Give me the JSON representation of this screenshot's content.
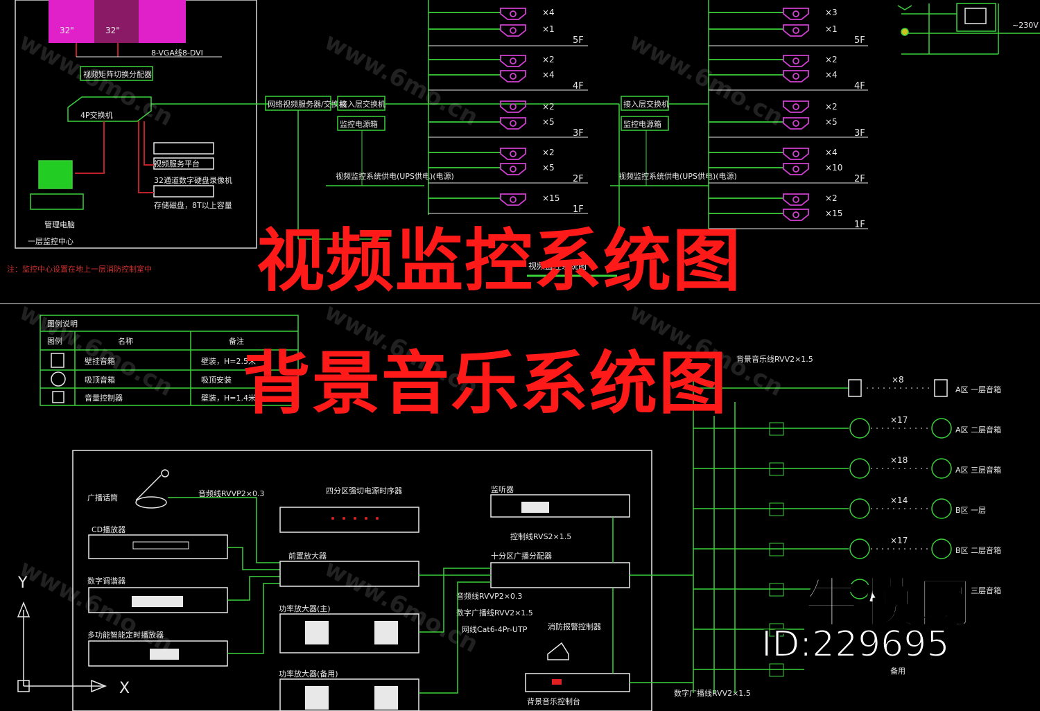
{
  "titles": {
    "video": "视频监控系统图",
    "music": "背景音乐系统图"
  },
  "watermark": {
    "brand": "牛模网",
    "id": "ID:229695",
    "site": "www.6mo.cn"
  },
  "video_system": {
    "monitor_labels": [
      "32\"",
      "32\""
    ],
    "cable_label": "8-VGA线8-DVI",
    "left_boxes": [
      "视频矩阵切换分配器",
      "4P交换机"
    ],
    "rack_labels": [
      "视频服务平台",
      "32通道数字硬盘录像机",
      "存储磁盘，8T以上容量"
    ],
    "workstation_label": "管理电脑",
    "center_label": "一层监控中心",
    "note": "注：监控中心设置在地上一层消防控制室中",
    "center_boxes": [
      "网络视频服务器/交换机",
      "接入层交换机",
      "监控电源箱"
    ],
    "right_boxes": [
      "接入层交换机",
      "监控电源箱"
    ],
    "ups_notes": [
      "视频监控系统供电(UPS供电)(电源)",
      "视频监控系统供电(UPS供电)(电源)"
    ],
    "floors": [
      "5F",
      "4F",
      "3F",
      "2F",
      "1F"
    ],
    "left_counts": [
      "×4",
      "×1",
      "×2",
      "×4",
      "×2",
      "×5",
      "×2",
      "×5",
      "×15"
    ],
    "right_counts": [
      "×3",
      "×1",
      "×2",
      "×4",
      "×2",
      "×5",
      "×4",
      "×10",
      "×2",
      "×15"
    ],
    "sub_title": "视频监控系统图",
    "top_right_label": "~230V"
  },
  "music_system": {
    "legend_title": "图例说明",
    "legend_headers": [
      "图例",
      "名称",
      "备注"
    ],
    "legend_rows": [
      [
        "壁挂音箱",
        "壁装，H=2.5米"
      ],
      [
        "吸顶音箱",
        "吸顶安装"
      ],
      [
        "音量控制器",
        "壁装，H=1.4米"
      ]
    ],
    "sources": [
      "广播话筒",
      "CD播放器",
      "数字调谐器",
      "多功能智能定时播放器"
    ],
    "source_cable": "音频线RVVP2×0.3",
    "center_devices": [
      "四分区强切电源时序器",
      "前置放大器",
      "功率放大器(主)",
      "功率放大器(备用)"
    ],
    "right_devices": [
      "监听器",
      "十分区广播分配器",
      "消防报警控制器",
      "背景音乐控制台"
    ],
    "cables": [
      "控制线RVS2×1.5",
      "音频线RVVP2×0.3",
      "数字广播线RVV2×1.5",
      "网线Cat6-4Pr-UTP",
      "数字广播线RVV2×1.5"
    ],
    "header_cable": "背景音乐线RVV2×1.5",
    "zones": [
      {
        "count": "×8",
        "label": "A区 一层音箱"
      },
      {
        "count": "×17",
        "label": "A区 二层音箱"
      },
      {
        "count": "×18",
        "label": "A区 三层音箱"
      },
      {
        "count": "×14",
        "label": "B区 一层"
      },
      {
        "count": "×17",
        "label": "B区 二层音箱"
      },
      {
        "count": "",
        "label": "B区 三层音箱"
      }
    ],
    "footer_label": "备用"
  },
  "axes": {
    "y": "Y",
    "x": "X"
  },
  "colors": {
    "background": "#000000",
    "line_green": "#3bd23b",
    "line_white": "#e8e8e8",
    "line_red": "#c0202a",
    "camera_magenta": "#d040d0",
    "title_red": "#ff1a1a"
  }
}
